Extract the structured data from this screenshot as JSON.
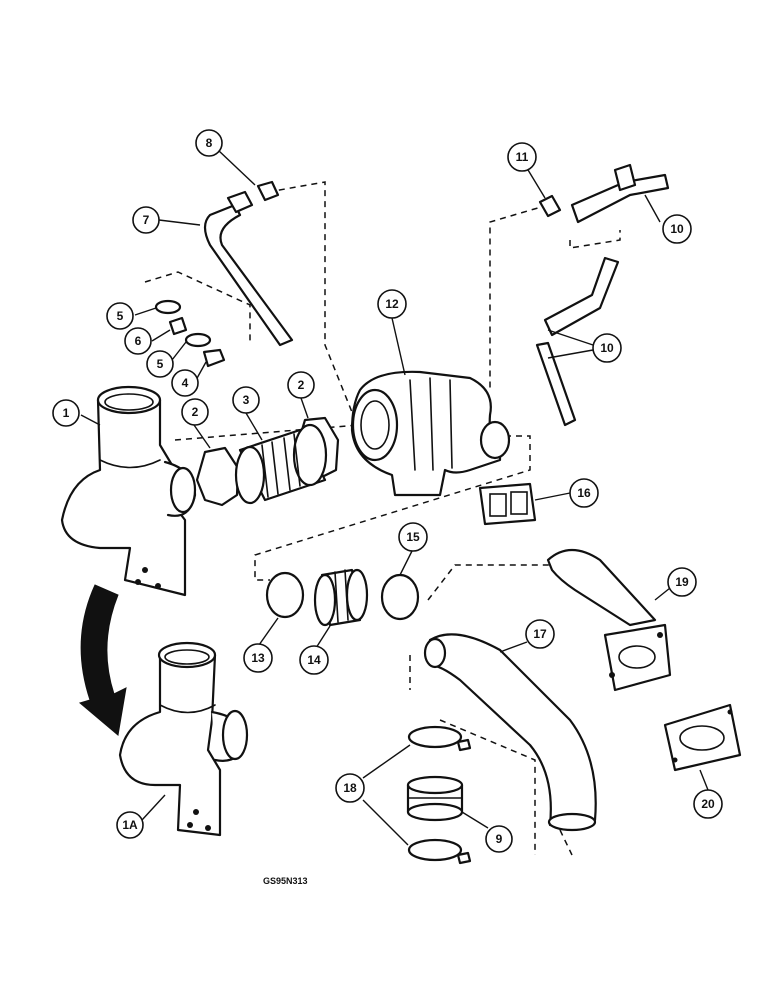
{
  "figure_code": "GS95N313",
  "callouts": {
    "c1": "1",
    "c1a": "1A",
    "c2a": "2",
    "c2b": "2",
    "c3": "3",
    "c4": "4",
    "c5a": "5",
    "c5b": "5",
    "c6": "6",
    "c7": "7",
    "c8": "8",
    "c9": "9",
    "c10a": "10",
    "c10b": "10",
    "c11": "11",
    "c12": "12",
    "c13": "13",
    "c14": "14",
    "c15": "15",
    "c16": "16",
    "c17": "17",
    "c18": "18",
    "c19": "19",
    "c20": "20"
  },
  "line_color": "#111111",
  "background_color": "#ffffff"
}
